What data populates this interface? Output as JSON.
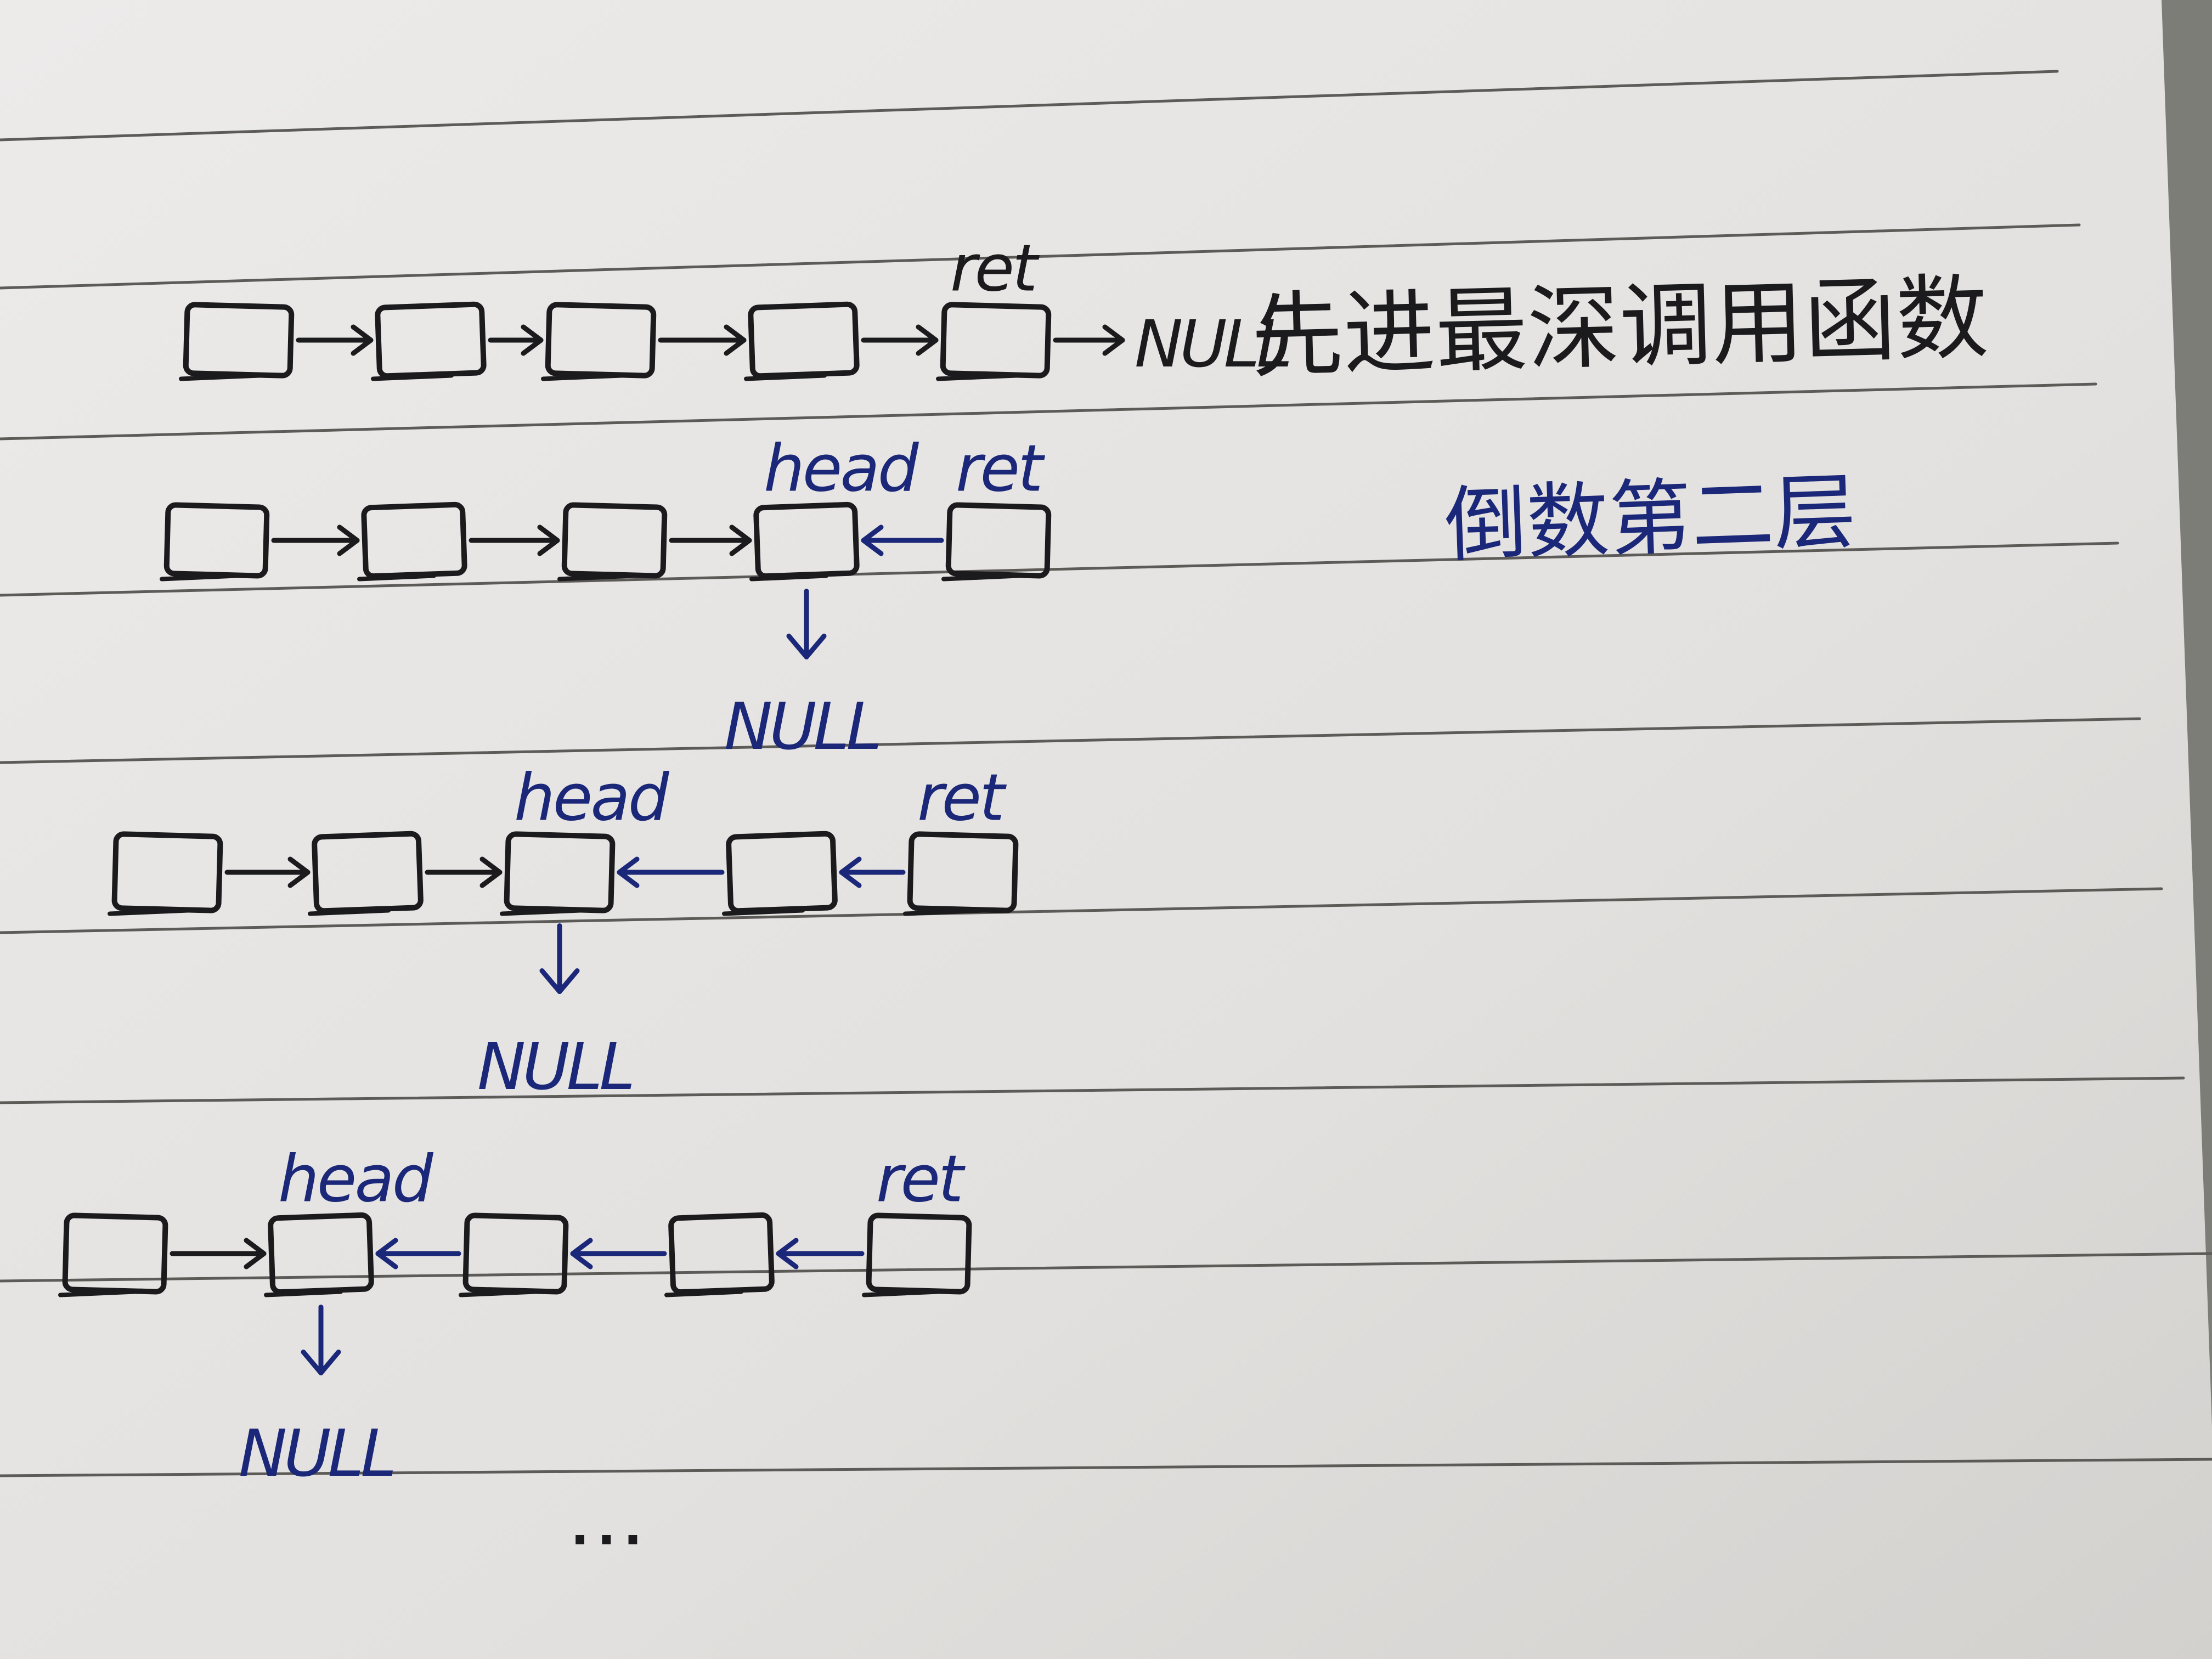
{
  "annotations": {
    "row1_tail": "NULL",
    "row1_note": "先进最深调用函数",
    "row2_note": "倒数第二层",
    "ellipsis": "..."
  },
  "rows": [
    {
      "nodes": 5,
      "labels": [
        {
          "node": 4,
          "text": "ret"
        }
      ],
      "links": [
        "next",
        "next",
        "next",
        "next"
      ],
      "null_from": null,
      "tail_text": "NULL"
    },
    {
      "nodes": 5,
      "labels": [
        {
          "node": 3,
          "text": "head"
        },
        {
          "node": 4,
          "text": "ret"
        }
      ],
      "links": [
        "next",
        "next",
        "next",
        "reverse"
      ],
      "null_from": 3,
      "null_text": "NULL"
    },
    {
      "nodes": 5,
      "labels": [
        {
          "node": 2,
          "text": "head"
        },
        {
          "node": 4,
          "text": "ret"
        }
      ],
      "links": [
        "next",
        "next",
        "reverse",
        "reverse"
      ],
      "null_from": 2,
      "null_text": "NULL"
    },
    {
      "nodes": 5,
      "labels": [
        {
          "node": 1,
          "text": "head"
        },
        {
          "node": 4,
          "text": "ret"
        }
      ],
      "links": [
        "next",
        "reverse",
        "reverse",
        "reverse"
      ],
      "null_from": 1,
      "null_text": "NULL"
    }
  ],
  "colors": {
    "paper": "#e5e3e1",
    "rule": "#5d5b58",
    "black_ink": "#1b1b1d",
    "blue_ink": "#1b2778"
  }
}
